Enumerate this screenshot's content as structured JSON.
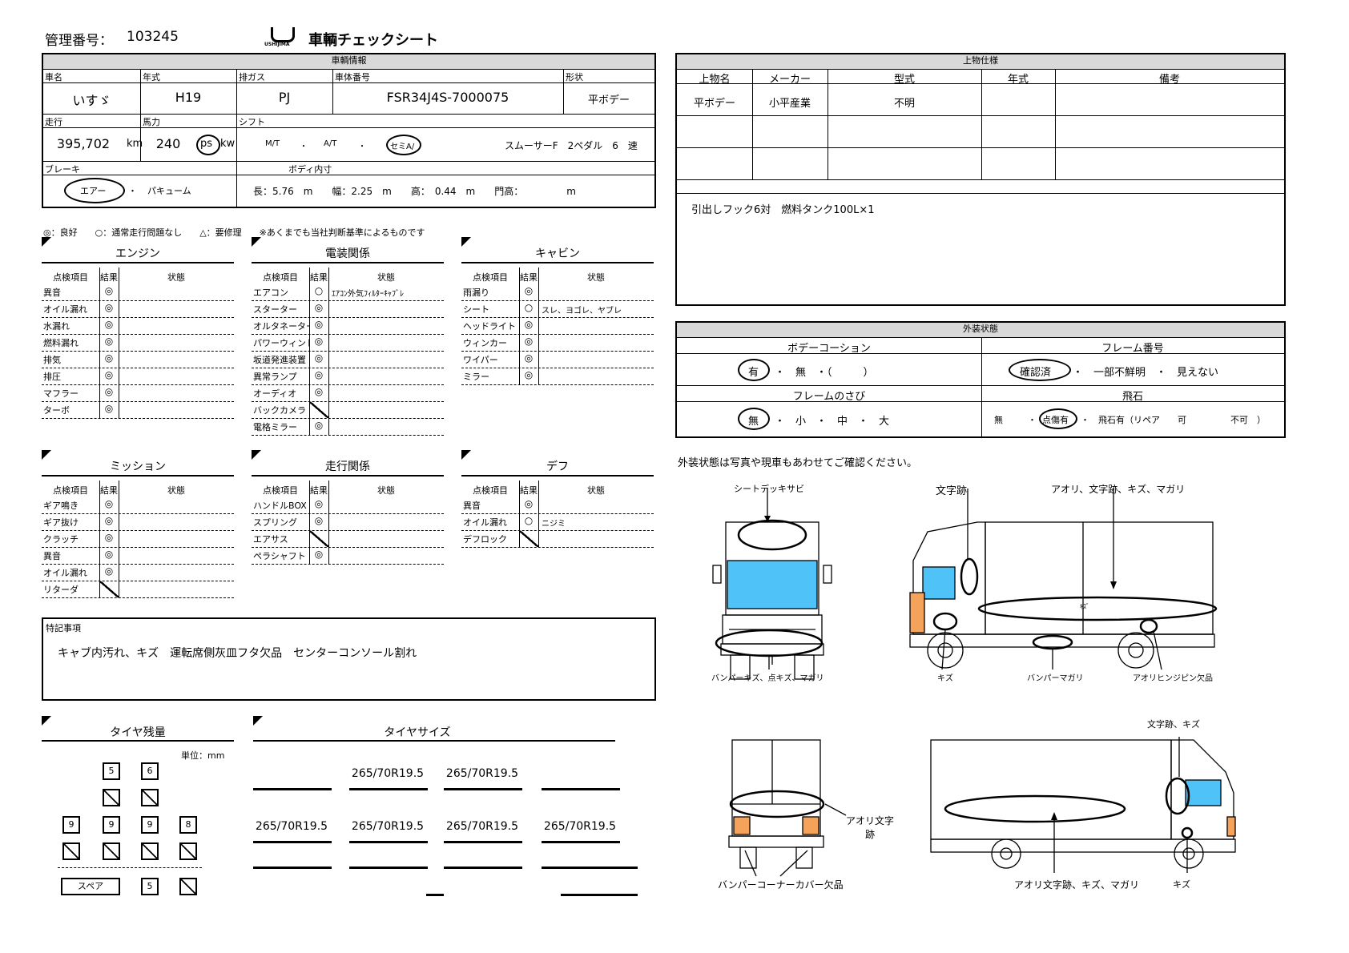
{
  "header": {
    "management_no_label": "管理番号：",
    "management_no": "103245",
    "logo_text": "USHIJIMA",
    "sheet_title": "車輌チェックシート"
  },
  "vehicle": {
    "section_title": "車輌情報",
    "maker_label": "車名",
    "maker": "いすゞ",
    "year_label": "年式",
    "year": "H19",
    "emission_label": "排ガス",
    "emission": "PJ",
    "chassis_label": "車体番号",
    "chassis": "FSR34J4S-7000075",
    "shape_label": "形状",
    "shape": "平ボデー",
    "mileage_label": "走行",
    "mileage": "395,702",
    "mileage_unit": "km",
    "power_label": "馬力",
    "power": "240",
    "power_unit_ps": "ps",
    "power_unit_kw": "kw",
    "shift_label": "シフト",
    "shift_mt": "M/T",
    "shift_at": "A/T",
    "shift_semi": "セミA/",
    "shift_dot": "・",
    "shift_detail": "スムーサーF　2ペダル　6　速",
    "brake_label": "ブレーキ",
    "brake_air": "エアー",
    "brake_vacuum": "パキューム",
    "brake_dot": "・",
    "body_label": "ボディ内寸",
    "body_dims": "長：5.76　m　　幅：2.25　m　　高：　0.44　m　　門高：　　　　　m"
  },
  "upper": {
    "section_title": "上物仕様",
    "headers": [
      "上物名",
      "メーカー",
      "型式",
      "年式",
      "備考"
    ],
    "rows": [
      [
        "平ボデー",
        "小平産業",
        "不明",
        "",
        ""
      ],
      [
        "",
        "",
        "",
        "",
        ""
      ],
      [
        "",
        "",
        "",
        "",
        ""
      ]
    ],
    "notes": "引出しフック6対　燃料タンク100L×1"
  },
  "exterior": {
    "section_title": "外装状態",
    "coating_label": "ボデーコーション",
    "coating_yes": "有",
    "coating_rest": "・　無　・（　　　）",
    "frame_no_label": "フレーム番号",
    "frame_no_checked": "確認済",
    "frame_no_rest": "・　一部不鮮明　・　見えない",
    "frame_rust_label": "フレームのさび",
    "frame_rust_none": "無",
    "frame_rust_rest": "・　小　・　中　・　大",
    "stone_label": "飛石",
    "stone_none": "無",
    "stone_dot": "・",
    "stone_marked": "点傷有",
    "stone_rest": "・　飛石有（リペア　　可　　　　　不可　）",
    "note": "外装状態は写真や現車もあわせてご確認ください。"
  },
  "legend": "◎：良好　　○：通常走行問題なし　　△：要修理　　※あくまでも当社判断基準によるものです",
  "col_headers": {
    "item": "点検項目",
    "result": "結果",
    "state": "状態"
  },
  "engine": {
    "title": "エンジン",
    "rows": [
      {
        "item": "異音",
        "result": "◎",
        "state": ""
      },
      {
        "item": "オイル漏れ",
        "result": "◎",
        "state": ""
      },
      {
        "item": "水漏れ",
        "result": "◎",
        "state": ""
      },
      {
        "item": "燃料漏れ",
        "result": "◎",
        "state": ""
      },
      {
        "item": "排気",
        "result": "◎",
        "state": ""
      },
      {
        "item": "排圧",
        "result": "◎",
        "state": ""
      },
      {
        "item": "マフラー",
        "result": "◎",
        "state": ""
      },
      {
        "item": "ターボ",
        "result": "◎",
        "state": ""
      }
    ]
  },
  "electric": {
    "title": "電装関係",
    "rows": [
      {
        "item": "エアコン",
        "result": "○",
        "state": "ｴｱｺﾝ外気ﾌｨﾙﾀｰｷｬﾌﾞﾚ"
      },
      {
        "item": "スターター",
        "result": "◎",
        "state": ""
      },
      {
        "item": "オルタネーター",
        "result": "◎",
        "state": ""
      },
      {
        "item": "パワーウィンド",
        "result": "◎",
        "state": ""
      },
      {
        "item": "坂道発進装置",
        "result": "◎",
        "state": ""
      },
      {
        "item": "異常ランプ",
        "result": "◎",
        "state": ""
      },
      {
        "item": "オーディオ",
        "result": "◎",
        "state": ""
      },
      {
        "item": "バックカメラ",
        "result": "",
        "state": ""
      },
      {
        "item": "電格ミラー",
        "result": "◎",
        "state": ""
      }
    ]
  },
  "cabin": {
    "title": "キャビン",
    "rows": [
      {
        "item": "雨漏り",
        "result": "◎",
        "state": ""
      },
      {
        "item": "シート",
        "result": "○",
        "state": "スレ、ヨゴレ、ヤブレ"
      },
      {
        "item": "ヘッドライト",
        "result": "◎",
        "state": ""
      },
      {
        "item": "ウィンカー",
        "result": "◎",
        "state": ""
      },
      {
        "item": "ワイパー",
        "result": "◎",
        "state": ""
      },
      {
        "item": "ミラー",
        "result": "◎",
        "state": ""
      }
    ]
  },
  "mission": {
    "title": "ミッション",
    "rows": [
      {
        "item": "ギア鳴き",
        "result": "◎",
        "state": ""
      },
      {
        "item": "ギア抜け",
        "result": "◎",
        "state": ""
      },
      {
        "item": "クラッチ",
        "result": "◎",
        "state": ""
      },
      {
        "item": "異音",
        "result": "◎",
        "state": ""
      },
      {
        "item": "オイル漏れ",
        "result": "◎",
        "state": ""
      },
      {
        "item": "リターダ",
        "result": "",
        "state": ""
      }
    ]
  },
  "drive": {
    "title": "走行関係",
    "rows": [
      {
        "item": "ハンドルBOX",
        "result": "◎",
        "state": ""
      },
      {
        "item": "スプリング",
        "result": "◎",
        "state": ""
      },
      {
        "item": "エアサス",
        "result": "",
        "state": ""
      },
      {
        "item": "ペラシャフト",
        "result": "◎",
        "state": ""
      }
    ]
  },
  "diff": {
    "title": "デフ",
    "rows": [
      {
        "item": "異音",
        "result": "◎",
        "state": ""
      },
      {
        "item": "オイル漏れ",
        "result": "○",
        "state": "ニジミ"
      },
      {
        "item": "デフロック",
        "result": "",
        "state": ""
      }
    ]
  },
  "special": {
    "label": "特記事項",
    "text": "キャブ内汚れ、キズ　運転席側灰皿フタ欠品　センターコンソール割れ"
  },
  "tire_remain": {
    "title": "タイヤ残量",
    "unit": "単位：mm",
    "front": [
      "5",
      "6"
    ],
    "rear": [
      "9",
      "9",
      "9",
      "8"
    ],
    "spare_label": "スペア",
    "spare": "5"
  },
  "tire_size": {
    "title": "タイヤサイズ",
    "front": [
      "265/70R19.5",
      "265/70R19.5"
    ],
    "rear": [
      "265/70R19.5",
      "265/70R19.5",
      "265/70R19.5",
      "265/70R19.5"
    ]
  },
  "diagram": {
    "front_top": "シートデッキサビ",
    "front_bottom": "バンパーキズ、点キズ、マガリ",
    "side1_a": "文字跡",
    "side1_b": "アオリ、文字跡、キズ、マガリ",
    "side1_body": "ｷｽﾞ",
    "side1_c": "キズ",
    "side1_d": "バンパーマガリ",
    "side1_e": "アオリヒンジピン欠品",
    "rear_a": "アオリ文字跡",
    "rear_b": "バンパーコーナーカバー欠品",
    "side2_a": "文字跡、キズ",
    "side2_b": "アオリ文字跡、キズ、マガリ",
    "side2_c": "キズ"
  }
}
